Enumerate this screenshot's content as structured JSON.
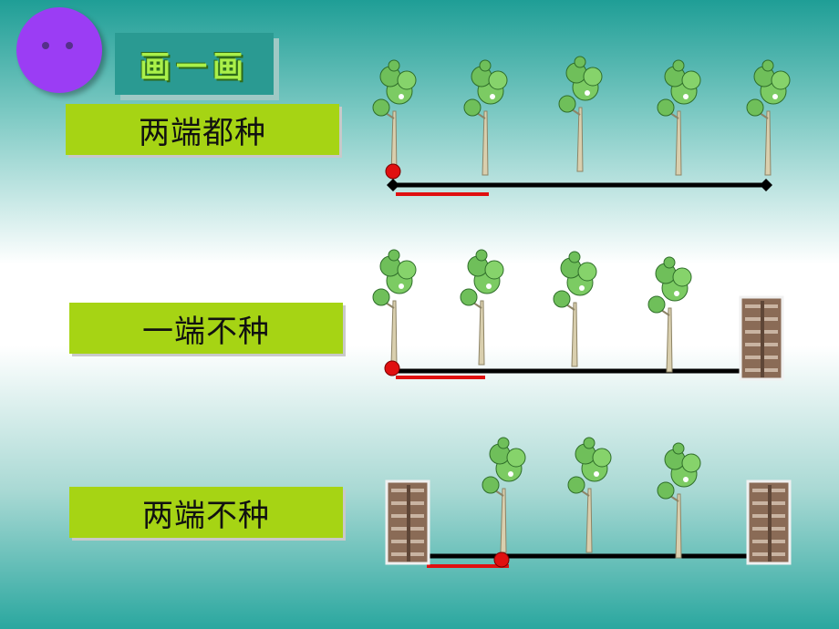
{
  "title": "画一画",
  "rows": [
    {
      "label": "两端都种"
    },
    {
      "label": "一端不种"
    },
    {
      "label": "两端不种"
    }
  ],
  "colors": {
    "label_bg": "#a6d414",
    "title_bg": "#2a9a92",
    "title_text": "#aaf04a",
    "face": "#9b3df4",
    "marker": "#e01010",
    "line": "#000000"
  },
  "icons": [
    "smiley-face-icon",
    "tree-icon",
    "building-icon"
  ]
}
